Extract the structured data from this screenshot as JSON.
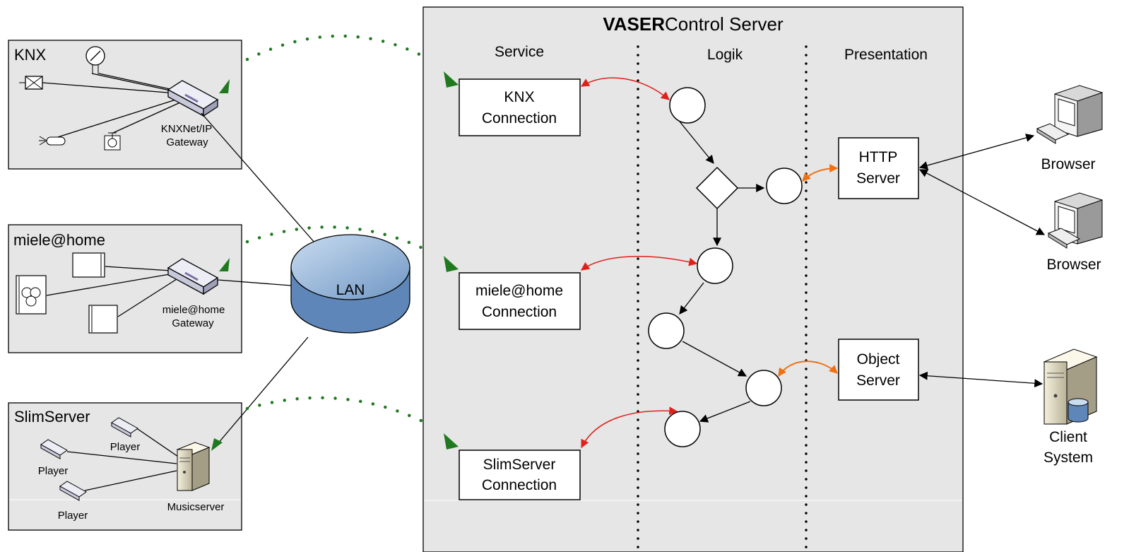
{
  "colors": {
    "panel_fill": "#e6e6e6",
    "green_dots": "#1f7a1f",
    "red_arrow": "#e0201b",
    "orange_arrow": "#f07010",
    "lan_fill": "#8fb4dc"
  },
  "server": {
    "title_bold": "VASER",
    "title_rest": "Control Server",
    "columns": [
      "Service",
      "Logik",
      "Presentation"
    ]
  },
  "left_groups": {
    "knx": {
      "title": "KNX",
      "gateway_line1": "KNXNet/IP",
      "gateway_line2": "Gateway"
    },
    "miele": {
      "title": "miele@home",
      "gateway_line1": "miele@home",
      "gateway_line2": "Gateway"
    },
    "slim": {
      "title": "SlimServer",
      "player_label": "Player",
      "musicserver_label": "Musicserver"
    }
  },
  "lan": {
    "label": "LAN"
  },
  "service_boxes": [
    {
      "line1": "KNX",
      "line2": "Connection"
    },
    {
      "line1": "miele@home",
      "line2": "Connection"
    },
    {
      "line1": "SlimServer",
      "line2": "Connection"
    }
  ],
  "presentation_boxes": [
    {
      "line1": "HTTP",
      "line2": "Server"
    },
    {
      "line1": "Object",
      "line2": "Server"
    }
  ],
  "clients": {
    "browser_label": "Browser",
    "client_line1": "Client",
    "client_line2": "System"
  }
}
